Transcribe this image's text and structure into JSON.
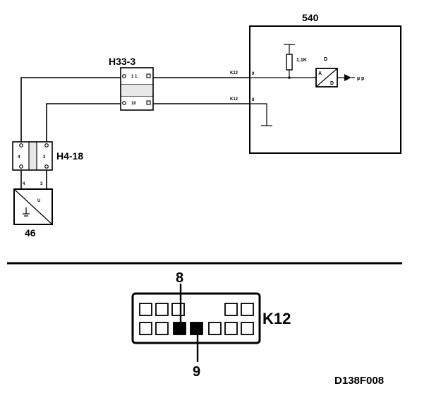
{
  "module": {
    "id": "540",
    "resistor_value": "1.1K",
    "amp_in_label": "A",
    "amp_out_label": "D",
    "amp_top_label": "D",
    "output_label": "µ p",
    "pin_top": "9",
    "pin_bottom": "8",
    "wire_top_tag": "K12",
    "wire_bottom_tag": "K12"
  },
  "connector_h33": {
    "id": "H33-3",
    "pin_top": "1 1",
    "pin_bottom": "10"
  },
  "connector_h4": {
    "id": "H4-18",
    "pin_left": "4",
    "pin_right": "3"
  },
  "sensor": {
    "id": "46",
    "pin_left": "4",
    "pin_right": "3",
    "symbol_label": "U"
  },
  "k12_connector": {
    "id": "K12",
    "callout_top": "8",
    "callout_bottom": "9",
    "top_row_pins": [
      "empty",
      "empty",
      "empty",
      "gap",
      "gap",
      "empty",
      "empty"
    ],
    "bottom_row_pins": [
      "empty",
      "empty",
      "filled",
      "filled",
      "empty",
      "empty",
      "empty"
    ]
  },
  "figure_code": "D138F008"
}
